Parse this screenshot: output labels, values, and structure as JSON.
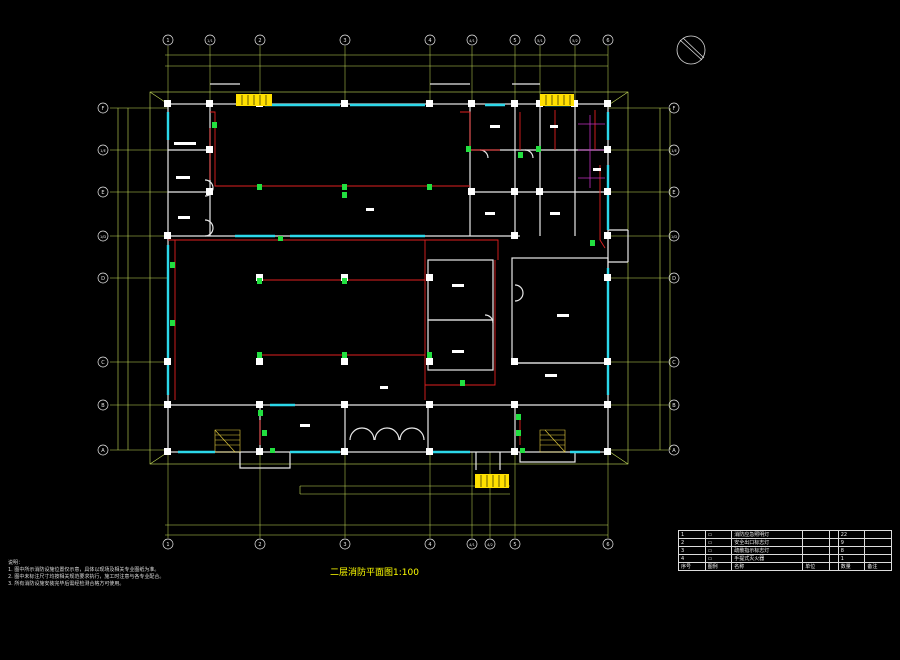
{
  "drawing": {
    "title": "二层消防平面图1:100",
    "axis_top": [
      "1",
      "1/1",
      "2",
      "3",
      "4",
      "4/1",
      "5",
      "5/1",
      "5/2",
      "6"
    ],
    "axis_bottom": [
      "1",
      "2",
      "3",
      "4",
      "4/1",
      "4/2",
      "5",
      "6"
    ],
    "axis_rows": [
      "F",
      "1/E",
      "E",
      "1/D",
      "D",
      "C",
      "B",
      "A"
    ],
    "notes_heading": "说明：",
    "notes": [
      "1. 图中所示消防设施位置仅示意，具体以现场及相关专业图纸为准。",
      "2. 图中未标注尺寸均按相关规范要求执行，施工时注意与各专业配合。",
      "3. 所有消防设施安装完毕后需经检测合格方可使用。"
    ],
    "legend_rows": [
      {
        "no": "1",
        "name": "消防应急照明灯",
        "qty": "22"
      },
      {
        "no": "2",
        "name": "安全出口标志灯",
        "qty": "9"
      },
      {
        "no": "3",
        "name": "疏散指示标志灯",
        "qty": "8"
      },
      {
        "no": "4",
        "name": "手提式灭火器",
        "qty": "1"
      }
    ],
    "legend_header": {
      "no": "序号",
      "icon": "图例",
      "name": "名称",
      "unit": "单位",
      "qty": "数量",
      "remark": "备注"
    }
  }
}
